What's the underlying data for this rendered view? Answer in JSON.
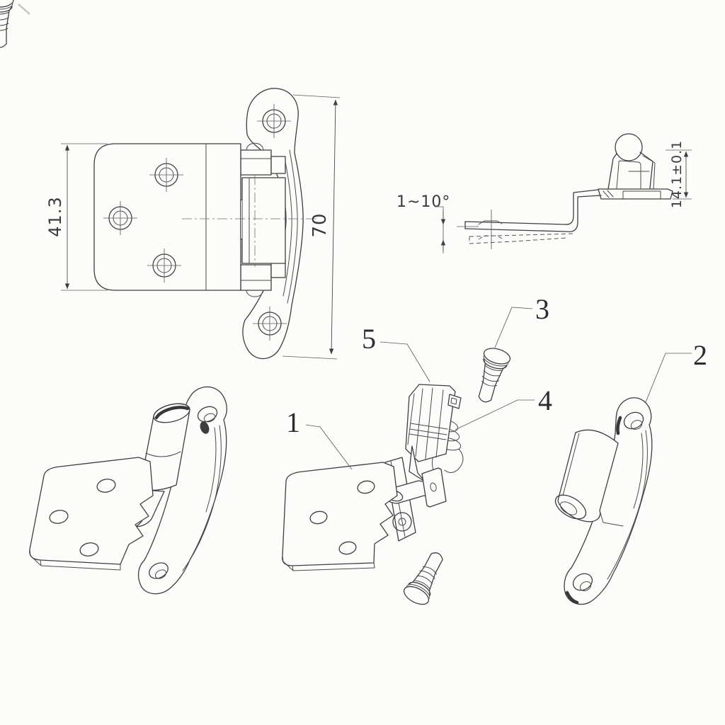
{
  "drawing": {
    "type": "technical_drawing",
    "subject": "self-closing cabinet hinge",
    "background_color": "#fcfcfa",
    "ink_color": "#3e3e3e",
    "views": {
      "plan_view": {
        "dim_plate_height": "41.3",
        "dim_overall_height": "70"
      },
      "side_view": {
        "dim_door_angle": "1~10°",
        "dim_offset_height": "14.1±0.1"
      }
    },
    "parts": {
      "base_hinge": "1",
      "wing_plate": "2",
      "screw": "3",
      "spring": "4",
      "spring_housing": "5"
    }
  }
}
